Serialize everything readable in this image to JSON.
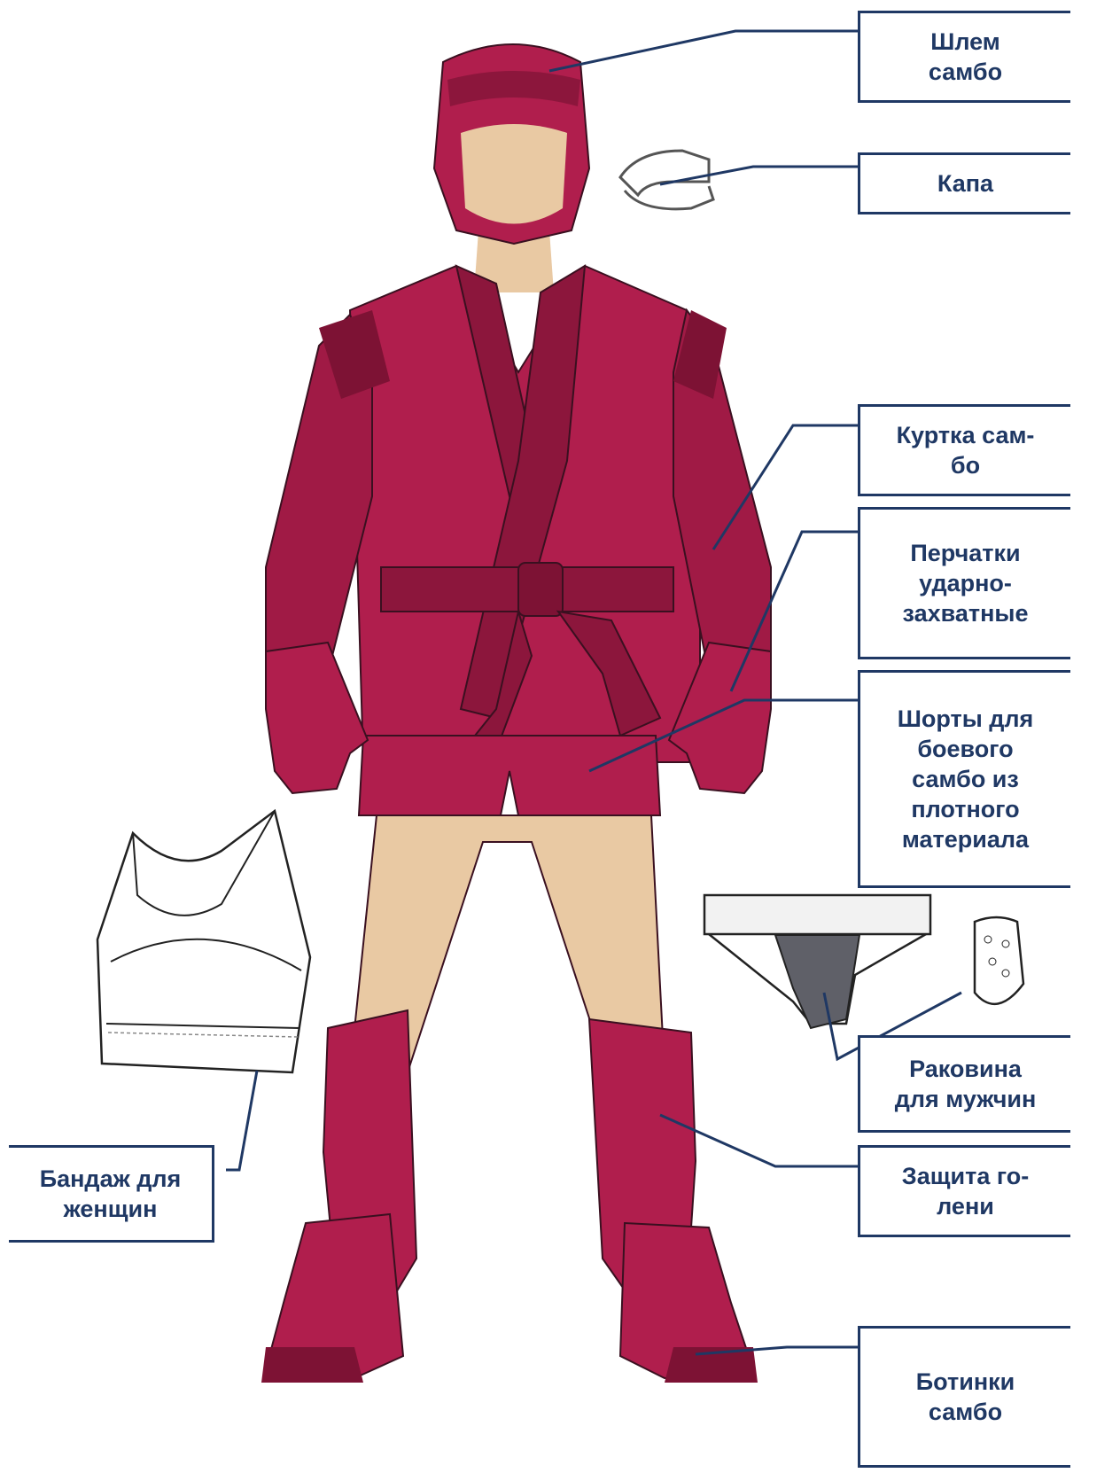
{
  "colors": {
    "suit": "#b01e4d",
    "suit_dark": "#7d1234",
    "skin": "#e9c9a3",
    "outline": "#3a1020",
    "label_text": "#1f3864",
    "leader_line": "#1f3864",
    "cup_gray": "#5f6068"
  },
  "labels": {
    "helmet": "Шлем\nсамбо",
    "mouthguard": "Капа",
    "jacket": "Куртка сам-\nбо",
    "gloves": "Перчатки\nударно-\nзахватные",
    "shorts": "Шорты для\nбоевого\nсамбо из\nплотного\nматериала",
    "cup": "Раковина\nдля мужчин",
    "shin_guards": "Защита го-\nлени",
    "boots": "Ботинки\nсамбо",
    "bra": "Бандаж для\nженщин"
  }
}
